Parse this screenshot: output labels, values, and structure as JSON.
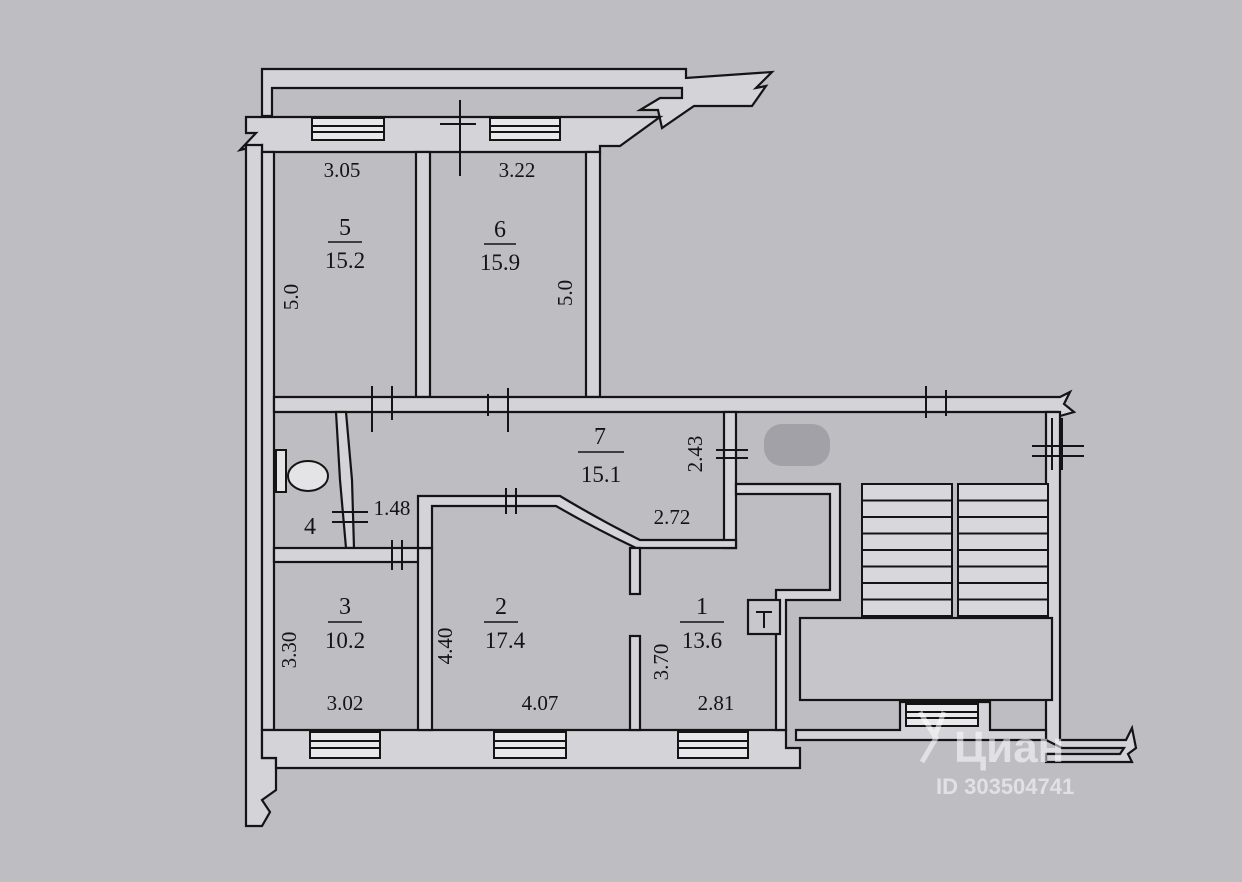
{
  "plan": {
    "rooms": [
      {
        "id": "r5",
        "number": "5",
        "area": "15.2"
      },
      {
        "id": "r6",
        "number": "6",
        "area": "15.9"
      },
      {
        "id": "r7",
        "number": "7",
        "area": "15.1"
      },
      {
        "id": "r4",
        "number": "4",
        "area": ""
      },
      {
        "id": "r3",
        "number": "3",
        "area": "10.2"
      },
      {
        "id": "r2",
        "number": "2",
        "area": "17.4"
      },
      {
        "id": "r1",
        "number": "1",
        "area": "13.6"
      }
    ],
    "dimensions": [
      "3.05",
      "3.22",
      "5.0",
      "5.0",
      "2.43",
      "2.72",
      "1.48",
      "3.30",
      "3.02",
      "4.40",
      "4.07",
      "3.70",
      "2.81"
    ]
  },
  "watermark": {
    "brand": "Циан",
    "id_text": "ID 303504741"
  },
  "colors": {
    "background": "#bdbdc2",
    "wall_fill": "#d4d4d8",
    "line": "#141414"
  }
}
